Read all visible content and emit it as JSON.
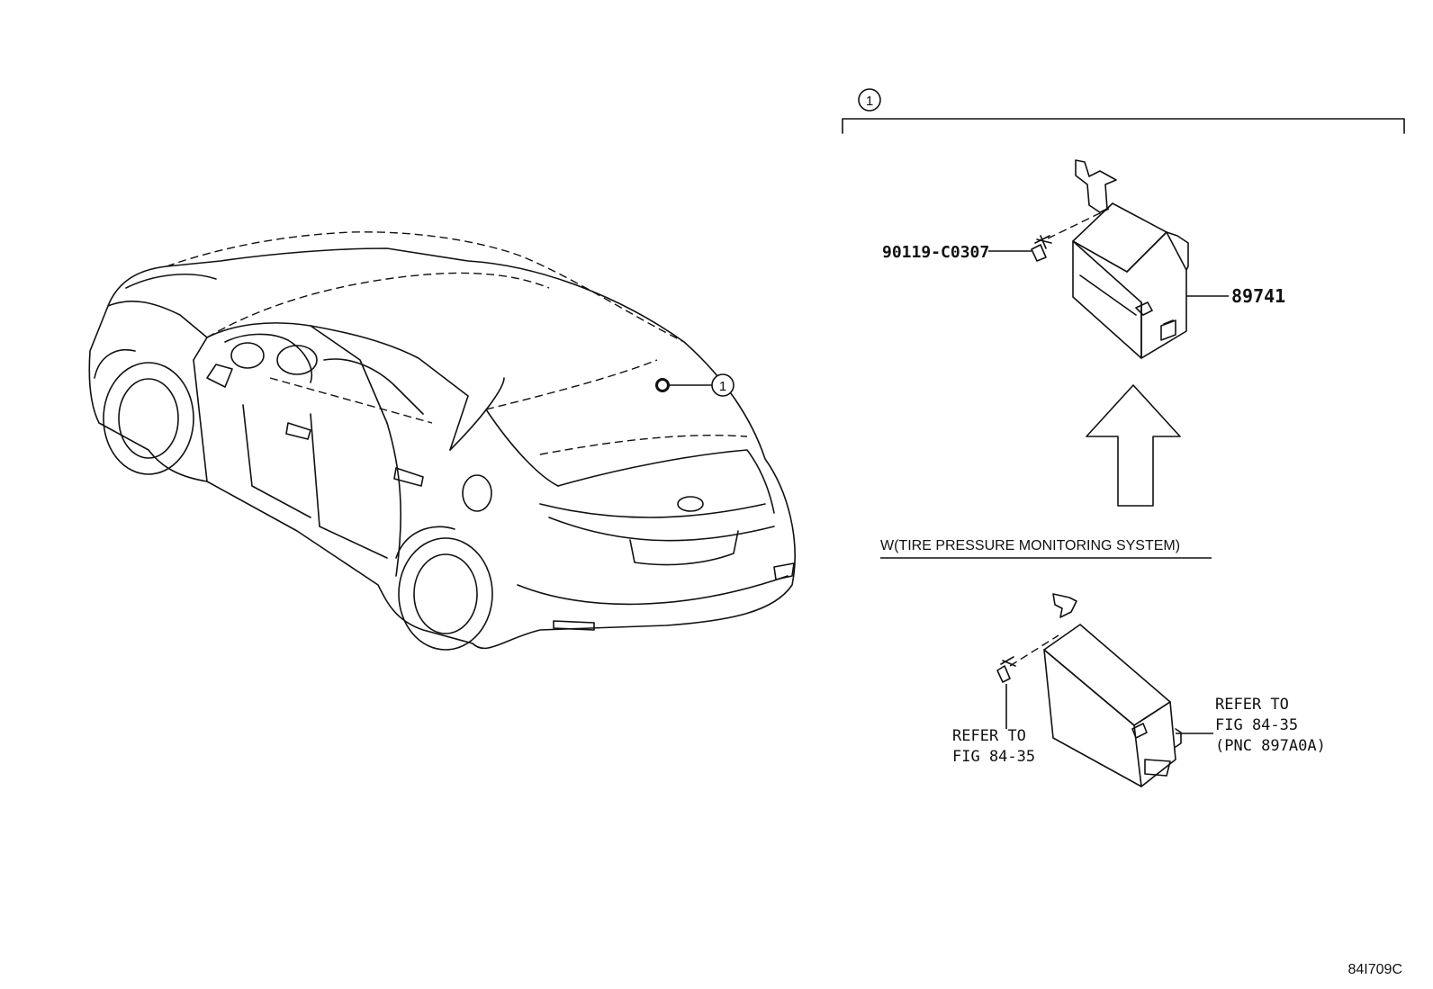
{
  "callout": {
    "number": "1"
  },
  "parts": {
    "bolt_part_no": "90119-C0307",
    "module_part_no": "89741"
  },
  "variant_caption": "W(TIRE PRESSURE MONITORING SYSTEM)",
  "refer_bolt": {
    "line1": "REFER TO",
    "line2": "FIG 84-35"
  },
  "refer_module": {
    "line1": "REFER TO",
    "line2": "FIG 84-35",
    "line3": "(PNC 897A0A)"
  },
  "figure_code": "84I709C"
}
